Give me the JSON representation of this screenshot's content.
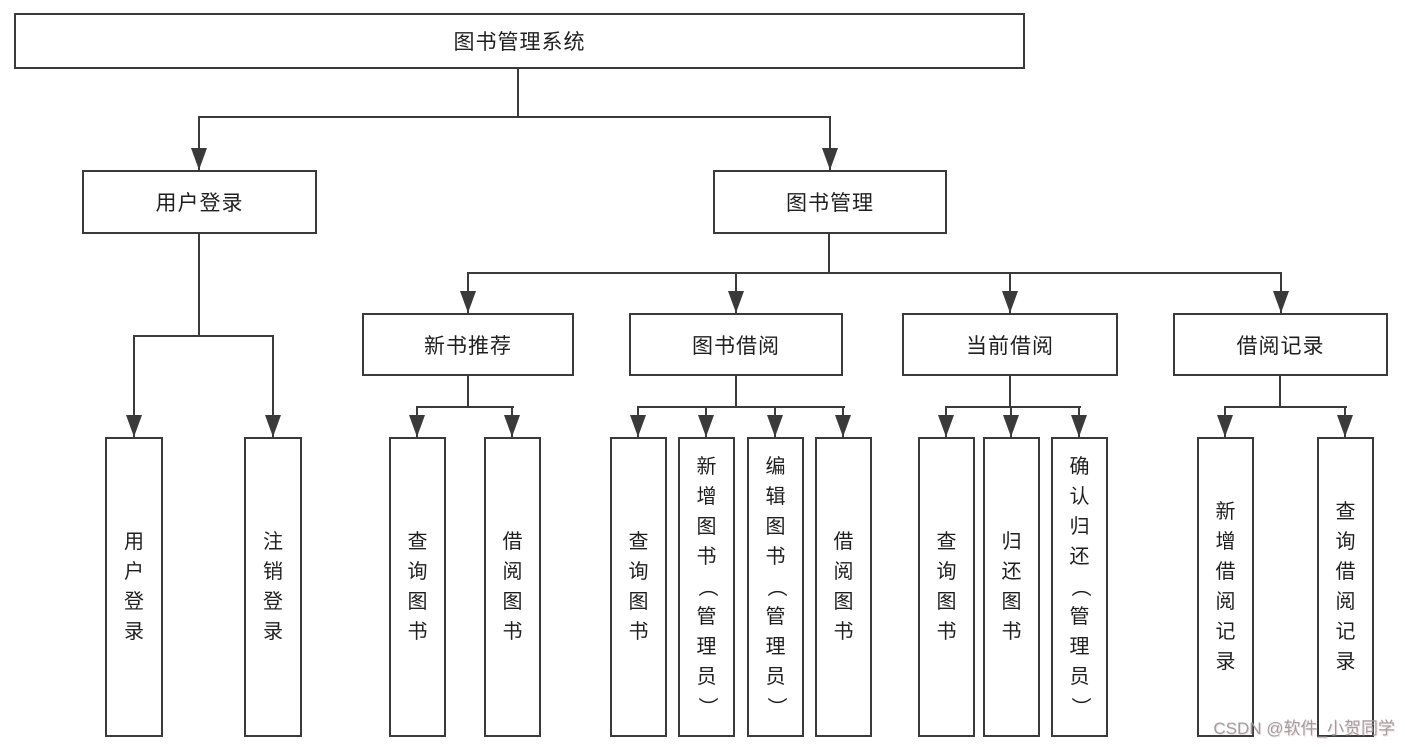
{
  "diagram_title": "图书管理系统",
  "nodes": {
    "root": "图书管理系统",
    "level2": [
      "用户登录",
      "图书管理"
    ],
    "level3": [
      "新书推荐",
      "图书借阅",
      "当前借阅",
      "借阅记录"
    ],
    "leaves": [
      "用户登录",
      "注销登录",
      "查询图书",
      "借阅图书",
      "查询图书",
      "新增图书（管理员）",
      "编辑图书（管理员）",
      "借阅图书",
      "查询图书",
      "归还图书",
      "确认归还（管理员）",
      "新增借阅记录",
      "查询借阅记录"
    ]
  },
  "watermark": "CSDN @软件_小贺同学",
  "colors": {
    "line": "#3a3a3a",
    "text": "#1f1f1f",
    "background": "#ffffff",
    "watermark": "#9a9a9e"
  }
}
